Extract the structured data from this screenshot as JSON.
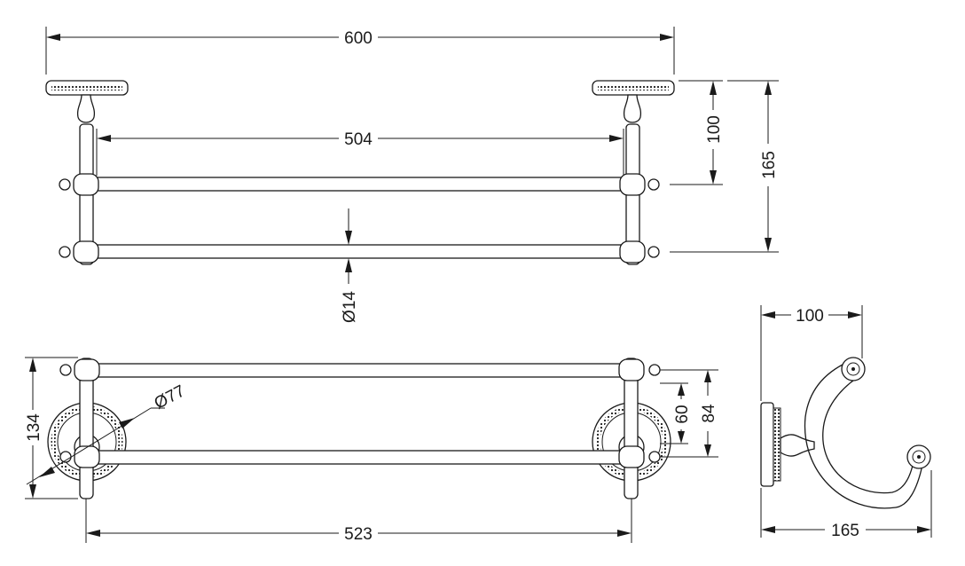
{
  "dimensions": {
    "top_width": "600",
    "inner_width": "504",
    "wall_depth": "100",
    "total_depth": "165",
    "bar_diameter": "Ø14",
    "bottom_width": "523",
    "plate_diameter": "Ø77",
    "bottom_height": "134",
    "rail_spacing_60": "60",
    "rail_spacing_84": "84",
    "hook_depth": "100",
    "hook_height": "165"
  },
  "colors": {
    "line": "#1a1a1a",
    "background": "#ffffff"
  }
}
